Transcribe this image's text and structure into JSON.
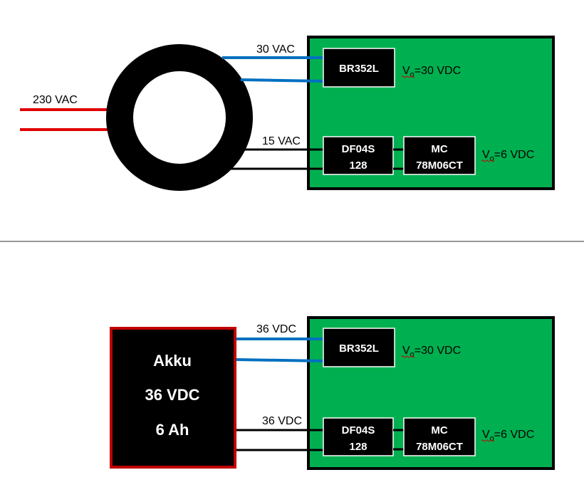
{
  "colors": {
    "board": "#00b050",
    "chip": "#000000",
    "ac_wire": "#e00000",
    "dc_wire": "#0070c0",
    "battery_border": "#c00000"
  },
  "top": {
    "input_label": "230 VAC",
    "secondary_hi_label": "30 VAC",
    "secondary_lo_label": "15 VAC",
    "bridge_chip": "BR352L",
    "bridge_output": {
      "symbol": "V",
      "subscript": "o",
      "value": "=30 VDC"
    },
    "rectifier_chip": [
      "DF04S",
      "128"
    ],
    "regulator_chip": [
      "MC",
      "78M06CT"
    ],
    "regulator_output": {
      "symbol": "V",
      "subscript": "o",
      "value": "=6 VDC"
    }
  },
  "bottom": {
    "battery": [
      "Akku",
      "36 VDC",
      "6 Ah"
    ],
    "hi_label": "36 VDC",
    "lo_label": "36 VDC",
    "bridge_chip": "BR352L",
    "bridge_output": {
      "symbol": "V",
      "subscript": "o",
      "value": "=30 VDC"
    },
    "rectifier_chip": [
      "DF04S",
      "128"
    ],
    "regulator_chip": [
      "MC",
      "78M06CT"
    ],
    "regulator_output": {
      "symbol": "V",
      "subscript": "o",
      "value": "=6 VDC"
    }
  }
}
